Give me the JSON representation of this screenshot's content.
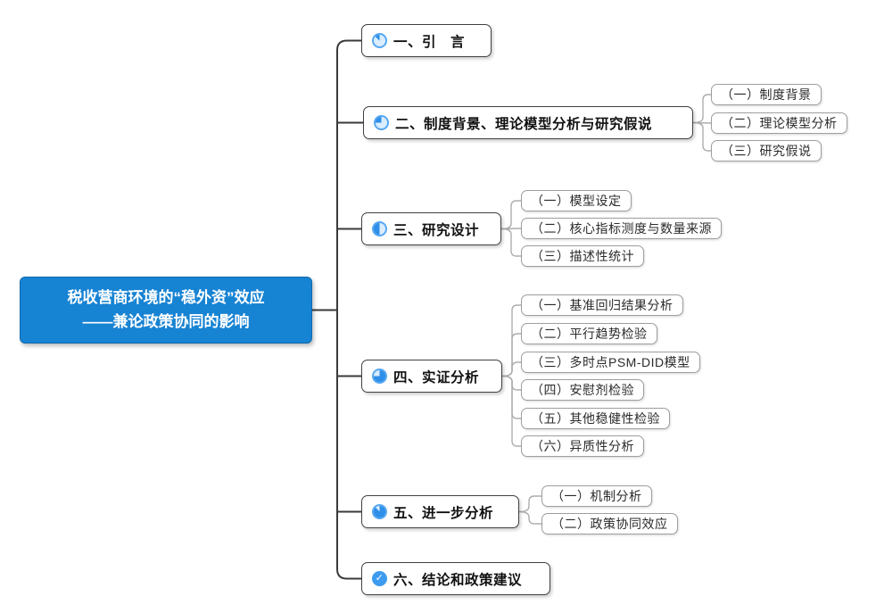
{
  "root": {
    "line1": "税收营商环境的“稳外资”效应",
    "line2": "——兼论政策协同的影响"
  },
  "branches": [
    {
      "label": "一、引　言",
      "icon": "progress-1-8",
      "children": []
    },
    {
      "label": "二、制度背景、理论模型分析与研究假说",
      "icon": "progress-1-4",
      "children": [
        "（一）制度背景",
        "（二）理论模型分析",
        "（三）研究假说"
      ]
    },
    {
      "label": "三、研究设计",
      "icon": "progress-1-2",
      "children": [
        "（一）模型设定",
        "（二）核心指标测度与数量来源",
        "（三）描述性统计"
      ]
    },
    {
      "label": "四、实证分析",
      "icon": "progress-3-4",
      "children": [
        "（一）基准回归结果分析",
        "（二）平行趋势检验",
        "（三）多时点PSM-DID模型",
        "（四）安慰剂检验",
        "（五）其他稳健性检验",
        "（六）异质性分析"
      ]
    },
    {
      "label": "五、进一步分析",
      "icon": "progress-7-8",
      "children": [
        "（一）机制分析",
        "（二）政策协同效应"
      ]
    },
    {
      "label": "六、结论和政策建议",
      "icon": "task-done",
      "children": []
    }
  ],
  "icons": {
    "progress-1-8": "pie 1/8 filled",
    "progress-1-4": "pie 1/4 filled",
    "progress-1-2": "pie 1/2 filled",
    "progress-3-4": "pie 3/4 filled",
    "progress-7-8": "pie 7/8 filled",
    "task-done": "check-circle"
  },
  "colors": {
    "root_bg": "#1783D3",
    "root_text": "#FFFFFF",
    "icon_fill": "#2E8FE8",
    "icon_track": "#D9EDFE",
    "icon_ring": "#57A8F1",
    "done_icon_bg": "#3D9BF0",
    "main_connector": "#3A3A3A",
    "child_connector": "#ADADAD",
    "node_border_main": "#404040",
    "node_border_child": "#9E9E9E"
  }
}
